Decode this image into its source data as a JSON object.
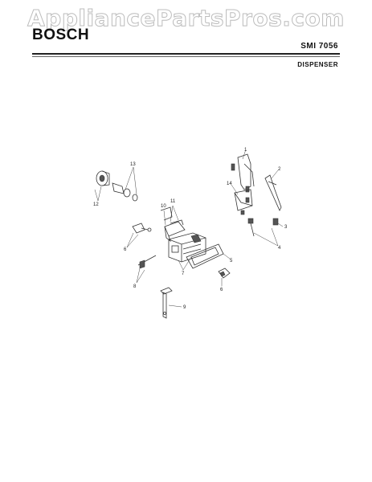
{
  "watermark": "AppliancePartsPros.com",
  "brand": "BOSCH",
  "model": "SMI 7056",
  "section": "DISPENSER",
  "labels": {
    "p1": "1",
    "p2": "2",
    "p3": "3",
    "p4": "4",
    "p5": "5",
    "p6a": "6",
    "p6b": "6",
    "p7": "7",
    "p8": "8",
    "p9": "9",
    "p10": "10",
    "p11": "11",
    "p12": "12",
    "p13": "13",
    "p14": "14"
  }
}
